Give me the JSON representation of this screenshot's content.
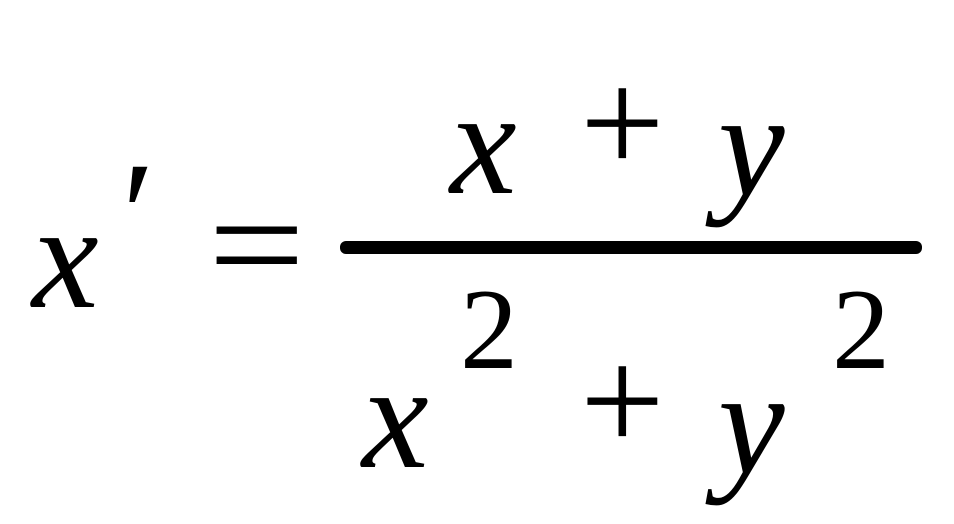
{
  "equation": {
    "lhs": {
      "variable": "x",
      "prime": "′"
    },
    "equals": "=",
    "numerator": {
      "term1": "x",
      "operator": "+",
      "term2": "y"
    },
    "denominator": {
      "term1": "x",
      "term1_exponent": "2",
      "operator": "+",
      "term2": "y",
      "term2_exponent": "2"
    }
  }
}
